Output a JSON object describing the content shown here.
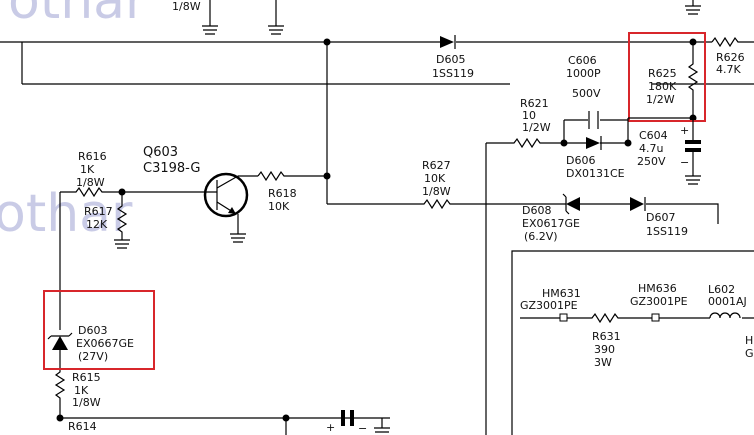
{
  "watermark": {
    "top": "othar",
    "mid": "othar"
  },
  "labels": {
    "top_rating": "1/8W",
    "d605_ref": "D605",
    "d605_part": "1SS119",
    "c606_ref": "C606",
    "c606_val": "1000P",
    "c606_volt": "500V",
    "r625_ref": "R625",
    "r625_val": "180K",
    "r625_watt": "1/2W",
    "r626_ref": "R626",
    "r626_val": "4.7K",
    "r621_ref": "R621",
    "r621_val": "10",
    "r621_watt": "1/2W",
    "c604_ref": "C604",
    "c604_val": "4.7u",
    "c604_volt": "250V",
    "d606_ref": "D606",
    "d606_part": "DX0131CE",
    "q603_ref": "Q603",
    "q603_part": "C3198-G",
    "r616_ref": "R616",
    "r616_val": "1K",
    "r616_watt": "1/8W",
    "r617_ref": "R617",
    "r617_val": "12K",
    "r618_ref": "R618",
    "r618_val": "10K",
    "r627_ref": "R627",
    "r627_val": "10K",
    "r627_watt": "1/8W",
    "d608_ref": "D608",
    "d608_part": "EX0617GE",
    "d608_volt": "(6.2V)",
    "d607_ref": "D607",
    "d607_part": "1SS119",
    "hm631_ref": "HM631",
    "hm631_part": "GZ3001PE",
    "hm636_ref": "HM636",
    "hm636_part": "GZ3001PE",
    "l602_ref": "L602",
    "l602_part": "0001AJ",
    "r631_ref": "R631",
    "r631_val": "390",
    "r631_watt": "3W",
    "d603_ref": "D603",
    "d603_part": "EX0667GE",
    "d603_volt": "(27V)",
    "r615_ref": "R615",
    "r615_val": "1K",
    "r615_watt": "1/8W",
    "r614_ref": "R614",
    "h_frag": "H",
    "g_frag": "G",
    "plus": "+",
    "minus": "−"
  },
  "colors": {
    "highlight": "#d8262b",
    "watermark": "#c9cbe6",
    "line": "#000000"
  }
}
